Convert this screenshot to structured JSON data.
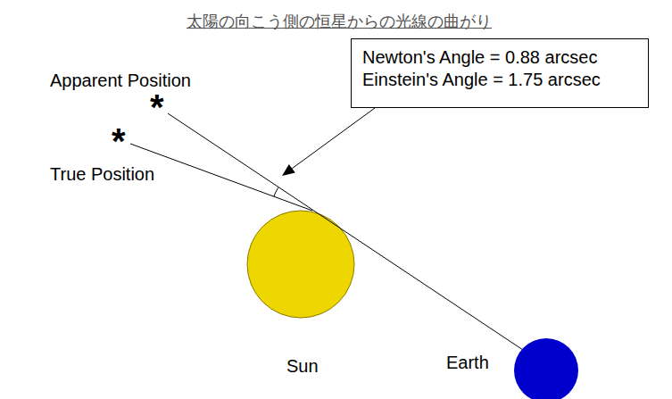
{
  "diagram": {
    "title": "太陽の向こう側の恒星からの光線の曲がり",
    "nodes": [
      {
        "text": [
          "Newton's Angle = 0.88 arcsec",
          "Einstein's Angle = 1.75 arcsec"
        ]
      }
    ],
    "labels": [
      "Apparent Position",
      "*",
      "*",
      "True Position",
      "Sun",
      "Earth"
    ]
  }
}
